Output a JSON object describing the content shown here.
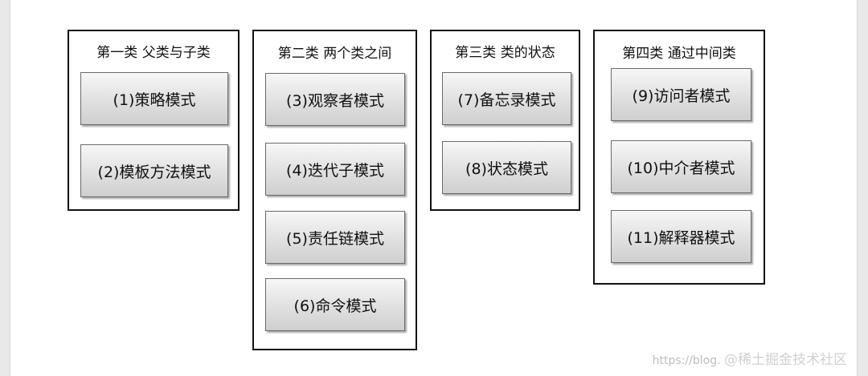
{
  "groups": [
    {
      "title": "第一类 父类与子类",
      "patterns": [
        "(1)策略模式",
        "(2)模板方法模式"
      ]
    },
    {
      "title": "第二类 两个类之间",
      "patterns": [
        "(3)观察者模式",
        "(4)迭代子模式",
        "(5)责任链模式",
        "(6)命令模式"
      ]
    },
    {
      "title": "第三类 类的状态",
      "patterns": [
        "(7)备忘录模式",
        "(8)状态模式"
      ]
    },
    {
      "title": "第四类 通过中间类",
      "patterns": [
        "(9)访问者模式",
        "(10)中介者模式",
        "(11)解释器模式"
      ]
    }
  ],
  "watermark": {
    "url": "https://blog.",
    "brand": "@稀土掘金技术社区"
  }
}
